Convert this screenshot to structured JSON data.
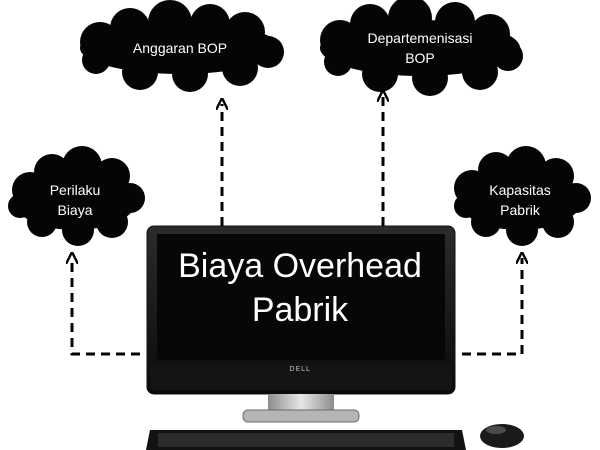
{
  "nodes": {
    "anggaran": {
      "label": "Anggaran BOP"
    },
    "departemen": {
      "label": "Departemenisasi\nBOP"
    },
    "perilaku": {
      "label": "Perilaku\nBiaya"
    },
    "kapasitas": {
      "label": "Kapasitas\nPabrik"
    }
  },
  "center": {
    "title": "Biaya Overhead\nPabrik"
  },
  "monitor": {
    "brand": "DELL"
  },
  "colors": {
    "cloud": "#050505",
    "text": "#ffffff",
    "arrow": "#000000",
    "screen": "#070707"
  }
}
